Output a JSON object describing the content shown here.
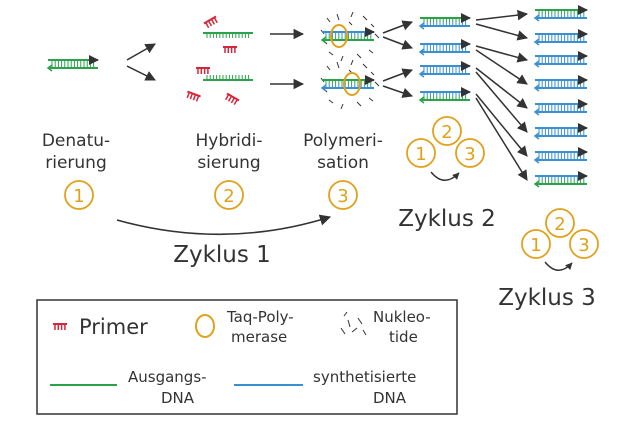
{
  "steps": [
    {
      "line1": "Denatu-",
      "line2": "rierung",
      "number": "1"
    },
    {
      "line1": "Hybridi-",
      "line2": "sierung",
      "number": "2"
    },
    {
      "line1": "Polymeri-",
      "line2": "sation",
      "number": "3"
    }
  ],
  "cycles": [
    {
      "label": "Zyklus 1"
    },
    {
      "label": "Zyklus 2",
      "numbers": [
        "1",
        "2",
        "3"
      ]
    },
    {
      "label": "Zyklus 3",
      "numbers": [
        "1",
        "2",
        "3"
      ]
    }
  ],
  "legend": {
    "primer": "Primer",
    "polymerase_line1": "Taq-Poly-",
    "polymerase_line2": "merase",
    "nucleotide_line1": "Nukleo-",
    "nucleotide_line2": "tide",
    "template_line1": "Ausgangs-",
    "template_line2": "DNA",
    "synth_line1": "synthetisierte",
    "synth_line2": "DNA"
  },
  "colors": {
    "template": "#2aa24a",
    "synthesized": "#3a8fd0",
    "primer": "#d6263a",
    "polymerase": "#e0a11b",
    "text": "#333333"
  }
}
